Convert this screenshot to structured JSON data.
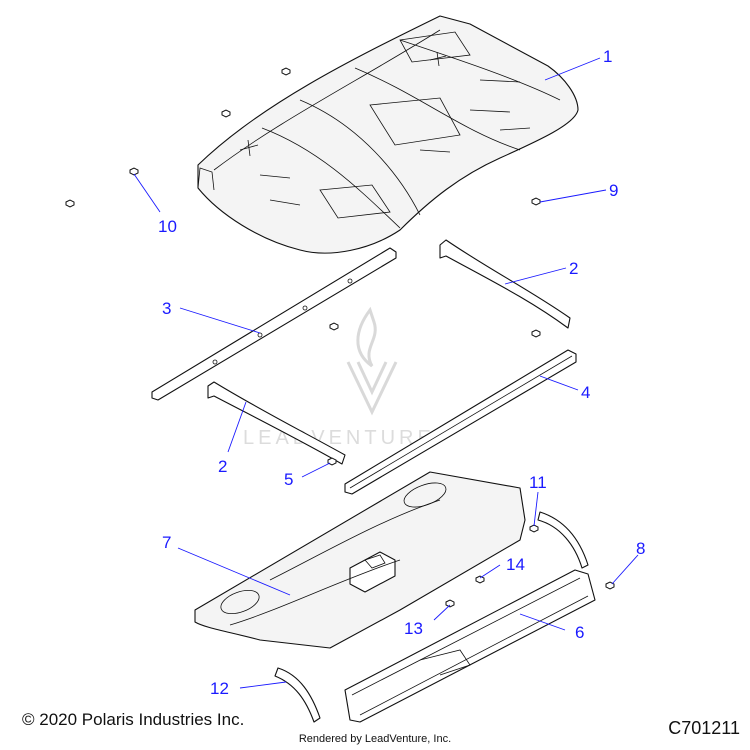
{
  "diagram": {
    "callouts": [
      "1",
      "2",
      "3",
      "2",
      "4",
      "5",
      "9",
      "10",
      "7",
      "11",
      "8",
      "14",
      "13",
      "6",
      "12"
    ],
    "watermark": "LEADVENTURE"
  },
  "footer": {
    "copyright": "© 2020 Polaris Industries Inc.",
    "figure_id": "C701211",
    "rendered_by": "Rendered by LeadVenture, Inc."
  }
}
